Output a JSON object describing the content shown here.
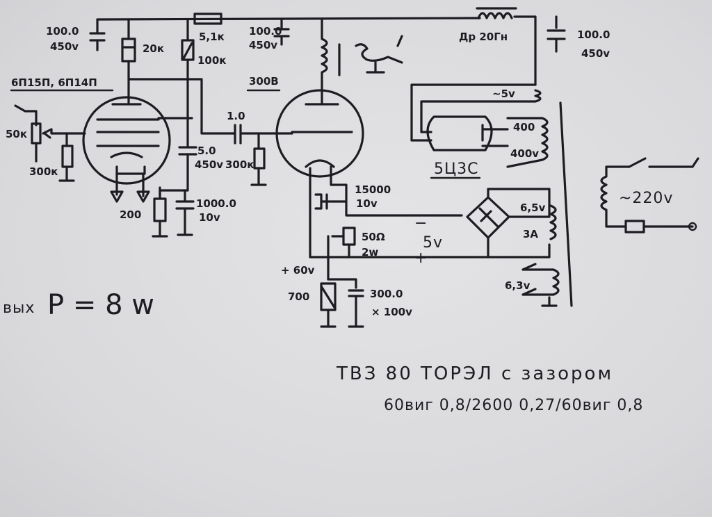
{
  "labels": {
    "c1": "100.0",
    "c1v": "450v",
    "r20k": "20к",
    "r5k": "5,1к",
    "r100k": "100к",
    "c2": "100.0",
    "c2v": "450v",
    "choke": "Др 20Гн",
    "c3": "100.0",
    "c3v": "450v",
    "tube1": "6П15П, 6П14П",
    "v300": "300В",
    "pot50k": "50к",
    "r300k_a": "300к",
    "c10": "1.0",
    "c5": "5.0",
    "c5v": "450v",
    "r300k_b": "300к",
    "r200": "200",
    "c1000": "1000.0",
    "c1000v": "10v",
    "c15000": "15000",
    "c15000v": "10v",
    "rect": "5Ц3С",
    "h5v": "~5v",
    "s400a": "400",
    "s400b": "400v",
    "mains": "~220v",
    "s65": "6,5v",
    "s3a": "3А",
    "v5": "5v",
    "r50": "50Ω",
    "r50w": "2w",
    "plus60": "+ 60v",
    "r700": "700",
    "c300": "300.0",
    "c300v": "× 100v",
    "h63": "6,3v",
    "pout_pre": "вых",
    "pout": "P = 8 w",
    "trans1": "ТВЗ 80   ТОРЭЛ с зазором",
    "trans2": "60виг 0,8/2600 0,27/60виг 0,8",
    "minus": "−",
    "plus": "+"
  }
}
